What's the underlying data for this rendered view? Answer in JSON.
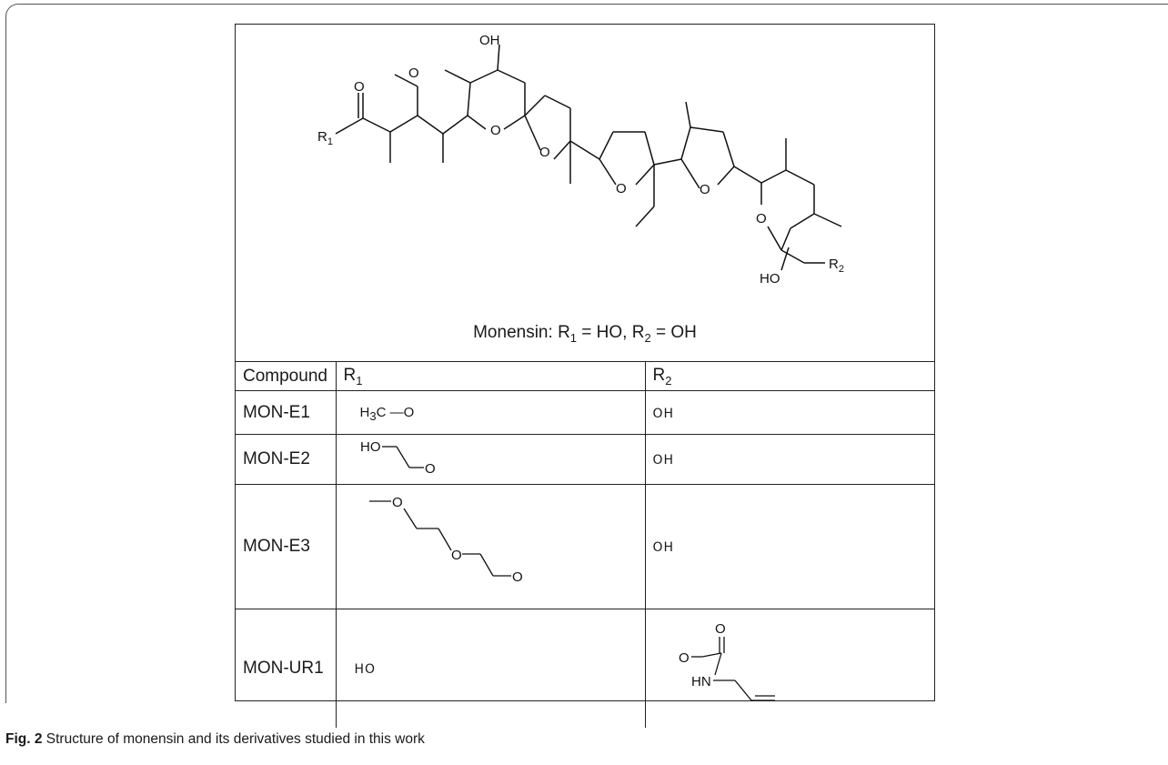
{
  "structure": {
    "caption": {
      "name": "Monensin",
      "r1": "R",
      "r1_sub": "1",
      "r1_eq": " = HO, ",
      "r2": "R",
      "r2_sub": "2",
      "r2_eq": " = OH"
    },
    "atom_labels": {
      "oh_top": "OH",
      "o_ketone": "O",
      "o_methoxy": "O",
      "o_ring1": "O",
      "o_ring2": "O",
      "o_ring3": "O",
      "o_ring4": "O",
      "o_ring5": "O",
      "ho_bottom": "HO",
      "r1_label": "R",
      "r1_label_sub": "1",
      "r2_label": "R",
      "r2_label_sub": "2"
    }
  },
  "table": {
    "header": {
      "compound": "Compound",
      "r1": "R",
      "r1_sub": "1",
      "r2": "R",
      "r2_sub": "2"
    },
    "rows": [
      {
        "compound": "MON-E1",
        "r1_text": "H",
        "r1_sub": "3",
        "r1_rest": "C —O",
        "r2": "OH"
      },
      {
        "compound": "MON-E2",
        "r1_ho": "HO",
        "r1_o": "O",
        "r2": "OH"
      },
      {
        "compound": "MON-E3",
        "r1_o1": "O",
        "r1_o2": "O",
        "r1_o3": "O",
        "r2": "OH"
      },
      {
        "compound": "MON-UR1",
        "r1": "HO",
        "r2_o1": "O",
        "r2_o2": "O",
        "r2_hn": "HN"
      }
    ]
  },
  "figure_caption": {
    "label": "Fig. 2",
    "text": " Structure of monensin and its derivatives studied in this work"
  }
}
